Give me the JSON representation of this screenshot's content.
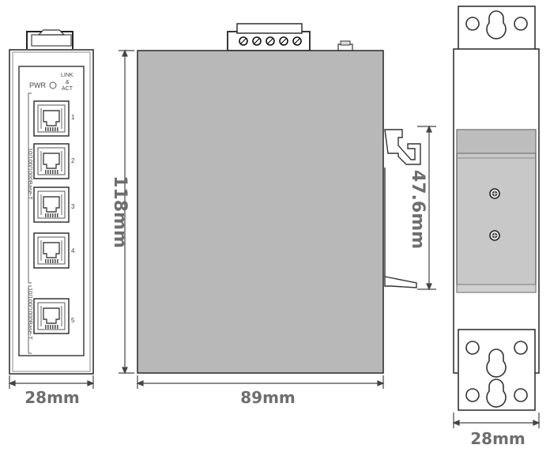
{
  "front_panel": {
    "pwr_label": "PWR",
    "link_label_1": "LINK",
    "link_label_2": "&",
    "link_label_3": "ACT",
    "port_group_1_label": "10/100/1000Base-T",
    "port_group_2_label": "10/100/1000Base-T",
    "port_numbers": [
      "1",
      "2",
      "3",
      "4",
      "5"
    ]
  },
  "dimensions": {
    "front_width": "28mm",
    "side_width": "89mm",
    "height": "118mm",
    "din_rail": "47.6mm",
    "back_width": "28mm"
  },
  "colors": {
    "body_gray": "#b8b8b8",
    "outline": "#333333",
    "dimension_text": "#6e6e6e"
  }
}
